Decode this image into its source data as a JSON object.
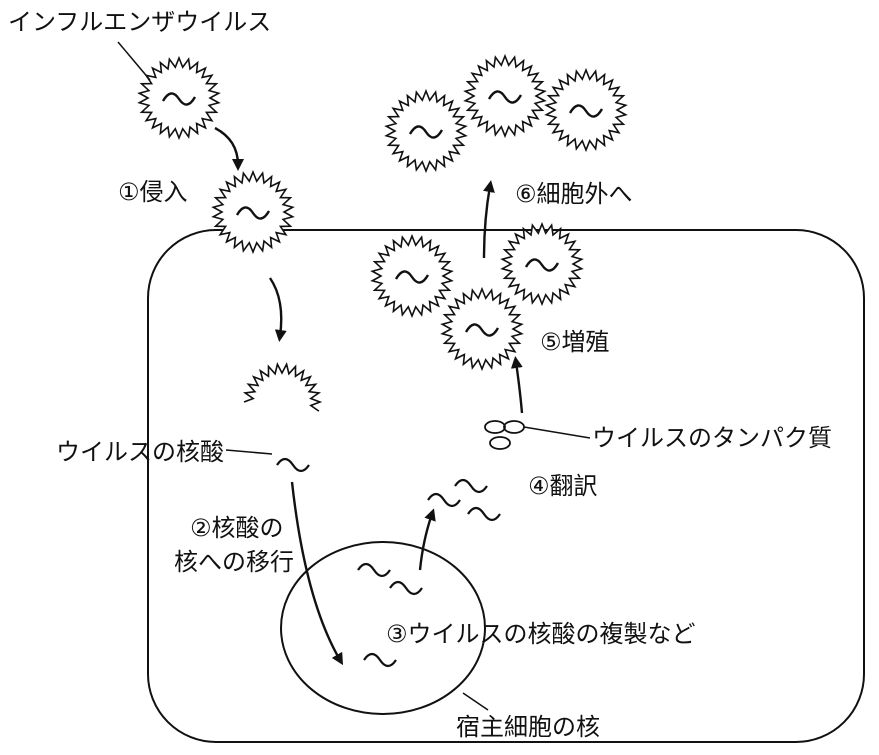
{
  "labels": {
    "virus_name": "インフルエンザウイルス",
    "step1": "①侵入",
    "step2_line1": "②核酸の",
    "step2_line2": "核への移行",
    "step3": "③ウイルスの核酸の複製など",
    "step4": "④翻訳",
    "step5": "⑤増殖",
    "step6": "⑥細胞外へ",
    "viral_nucleic_acid": "ウイルスの核酸",
    "viral_protein": "ウイルスのタンパク質",
    "host_nucleus": "宿主細胞の核"
  },
  "colors": {
    "ink": "#111111",
    "background": "#ffffff"
  },
  "icons": {
    "virus": "spiky-circle-with-wave",
    "nucleic_acid": "wavy-line",
    "protein": "small-ellipse"
  }
}
